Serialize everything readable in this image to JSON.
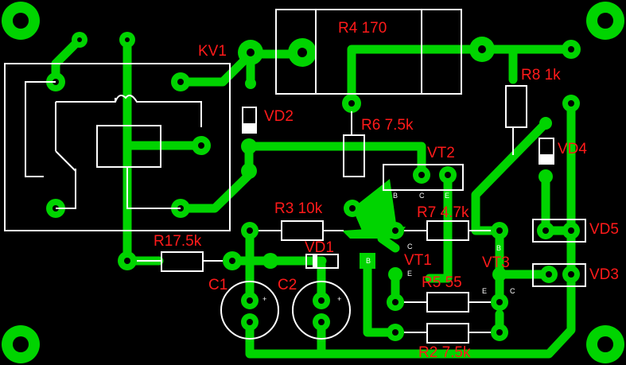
{
  "colors": {
    "board": "#000000",
    "copper": "#00d400",
    "silkscreen": "#ffffff",
    "label": "#ff1a1a"
  },
  "labels": {
    "kv1": "KV1",
    "r4": "R4 170",
    "r8": "R8 1k",
    "vd2": "VD2",
    "r6": "R6 7.5k",
    "vt2": "VT2",
    "vd4": "VD4",
    "r3": "R3 10k",
    "r7": "R7 4.7k",
    "vd5": "VD5",
    "r1": "R17.5k",
    "vd1": "VD1",
    "vt1": "VT1",
    "vt3": "VT3",
    "vd3": "VD3",
    "c1": "C1",
    "c2": "C2",
    "r5": "R5 55",
    "r2": "R2 7.5k"
  },
  "pins": {
    "vt2_b": "B",
    "vt2_c": "C",
    "vt2_e": "E",
    "vt1_c": "C",
    "vt1_b": "B",
    "vt1_e": "E",
    "vt3_b": "B",
    "vt3_e": "E",
    "vt3_c": "C",
    "plus": "+"
  }
}
